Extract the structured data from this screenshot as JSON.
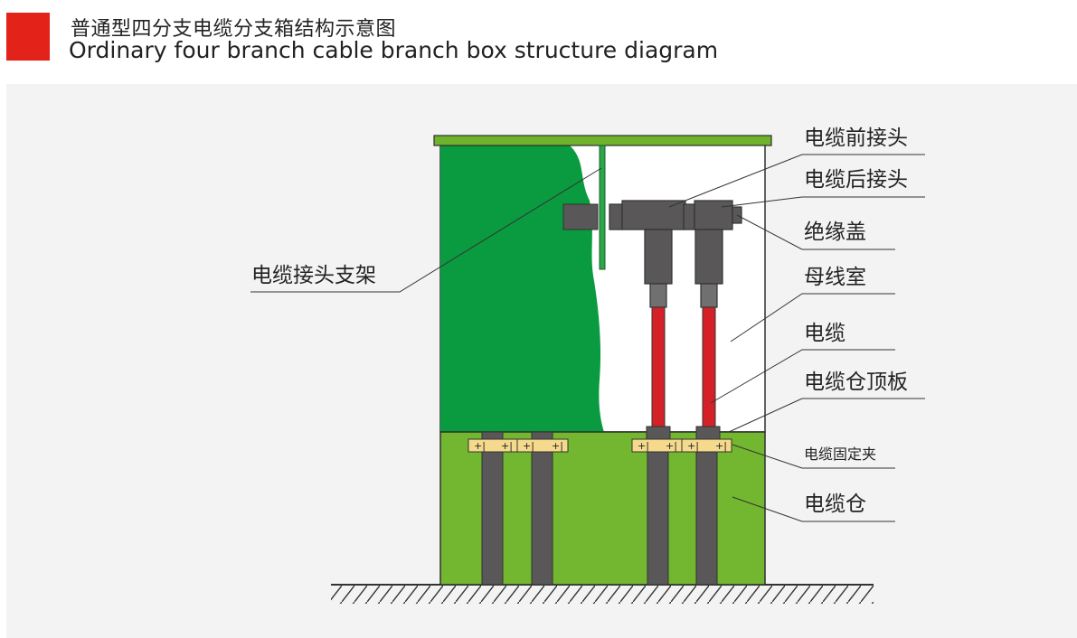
{
  "header": {
    "title_cn": "普通型四分支电缆分支箱结构示意图",
    "title_en": "Ordinary four branch cable branch box structure diagram",
    "accent_color": "#e32219"
  },
  "labels": {
    "front_connector": "电缆前接头",
    "rear_connector": "电缆后接头",
    "insulation_cap": "绝缘盖",
    "busbar_room": "母线室",
    "cable": "电缆",
    "cable_compartment_top_plate": "电缆仓顶板",
    "cable_clamp": "电缆固定夹",
    "cable_compartment": "电缆仓",
    "connector_bracket": "电缆接头支架"
  },
  "clamp_marks": {
    "mark": "+|"
  },
  "colors": {
    "roof": "#6fb22c",
    "door": "#0a9a3f",
    "lower_box": "#72b72f",
    "cable_core": "#d42128",
    "connector": "#595757",
    "clamp": "#f5d98c",
    "background": "#f3f3f3"
  }
}
